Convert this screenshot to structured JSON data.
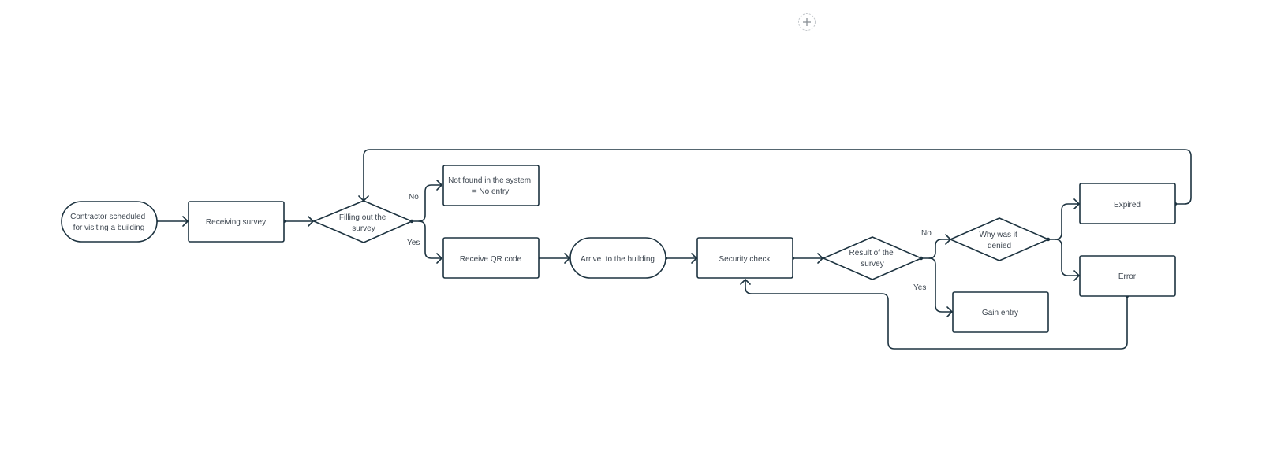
{
  "toolbar": {
    "add_button_icon": "plus-icon"
  },
  "colors": {
    "stroke": "#1d3340",
    "text": "#3d4650",
    "background": "#ffffff"
  },
  "nodes": {
    "contractor_scheduled": [
      "Contractor scheduled",
      "for visiting a building"
    ],
    "receiving_survey": [
      "Receiving survey"
    ],
    "filling_out_survey": [
      "Filling out the",
      "survey"
    ],
    "not_found": [
      "Not found in the system",
      "= No entry"
    ],
    "receive_qr": [
      "Receive QR code"
    ],
    "arrive_building": [
      "Arrive  to the building"
    ],
    "security_check": [
      "Security check"
    ],
    "result_of_survey": [
      "Result of the",
      "survey"
    ],
    "why_denied": [
      "Why was it",
      "denied"
    ],
    "gain_entry": [
      "Gain entry"
    ],
    "expired": [
      "Expired"
    ],
    "error": [
      "Error"
    ]
  },
  "edge_labels": {
    "survey_no": "No",
    "survey_yes": "Yes",
    "result_no": "No",
    "result_yes": "Yes"
  }
}
